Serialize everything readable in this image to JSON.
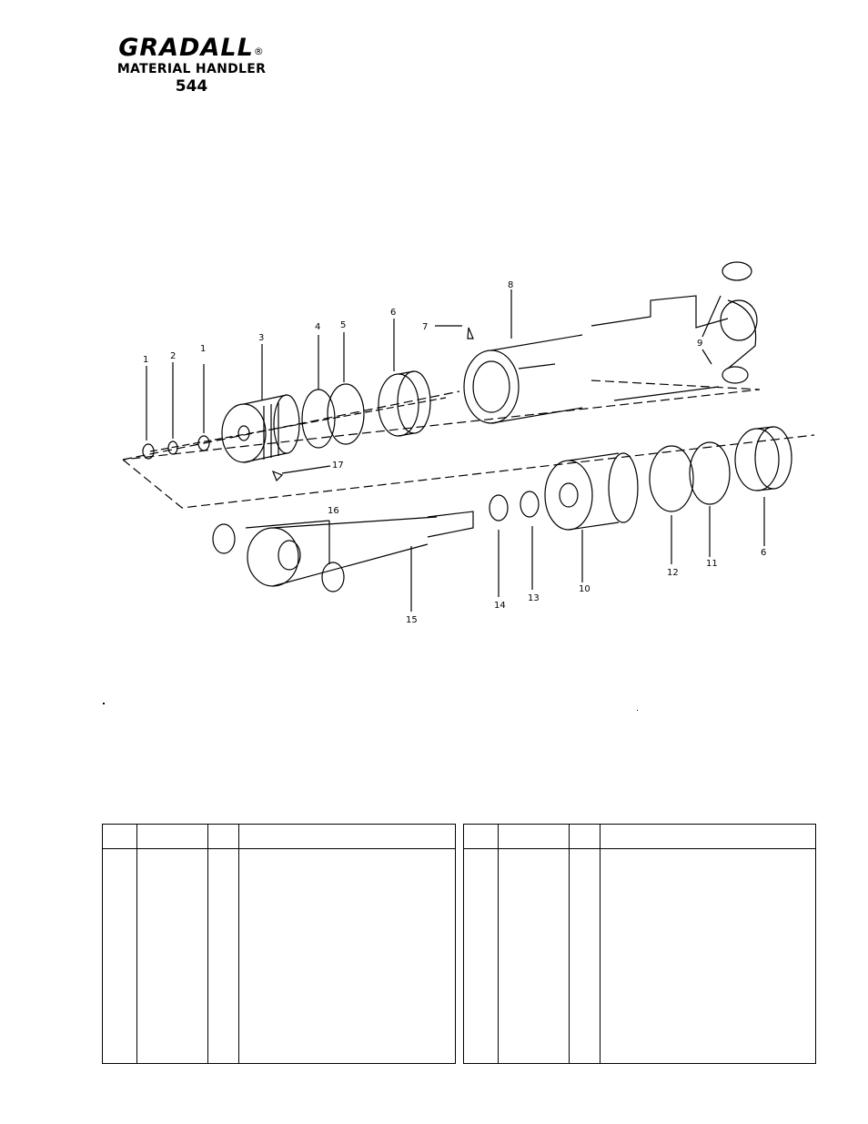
{
  "header": {
    "brand": "GRADALL",
    "registered": "®",
    "subtitle": "MATERIAL HANDLER",
    "model": "544"
  },
  "callouts": {
    "c1a": "1",
    "c2": "2",
    "c1b": "1",
    "c3": "3",
    "c4": "4",
    "c5": "5",
    "c6a": "6",
    "c7": "7",
    "c8": "8",
    "c9": "9",
    "c17": "17",
    "c16": "16",
    "c15": "15",
    "c14": "14",
    "c13": "13",
    "c10": "10",
    "c12": "12",
    "c11": "11",
    "c6b": "6"
  },
  "parts_tables": {
    "left": {
      "rows": []
    },
    "right": {
      "rows": []
    }
  }
}
